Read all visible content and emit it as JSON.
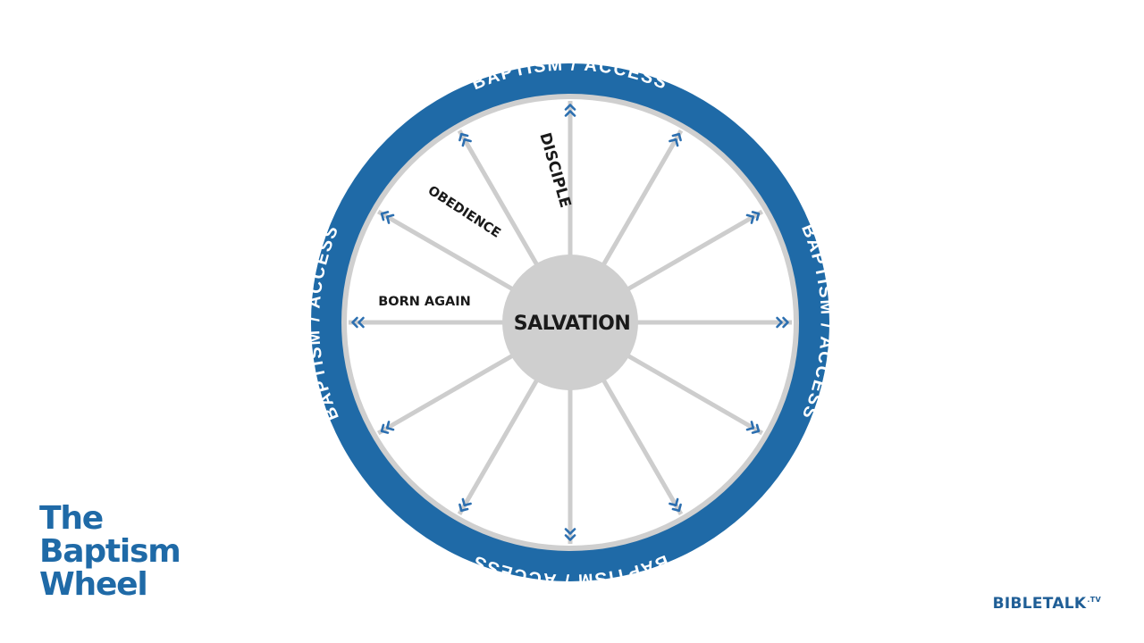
{
  "diagram": {
    "ring_labels": [
      "BAPTISM / ACCESS",
      "BAPTISM / ACCESS",
      "BAPTISM / ACCESS",
      "BAPTISM / ACCESS"
    ],
    "hub_label": "SALVATION",
    "spoke_labels": {
      "born_again": "BORN AGAIN",
      "obedience": "OBEDIENCE",
      "disciple": "DISCIPLE"
    },
    "spoke_count": 12
  },
  "title": {
    "line1": "The",
    "line2": "Baptism",
    "line3": "Wheel"
  },
  "brand": {
    "name": "BIBLETALK",
    "suffix": ".TV"
  },
  "colors": {
    "ring_blue": "#1f6aa7",
    "spoke_gray": "#cdcdcd",
    "hub_gray": "#cfcfcf",
    "chevron_blue": "#2c6fb0",
    "text_dark": "#1a1a1a"
  }
}
